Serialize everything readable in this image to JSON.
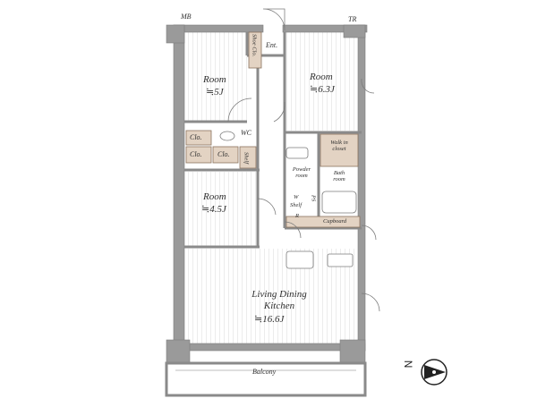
{
  "floor_plan": {
    "labels": {
      "mb": "MB",
      "tr": "TR",
      "entrance": "Ent.",
      "shoe_closet": "Shoe Clo.",
      "room_a_name": "Room",
      "room_a_size": "≒5J",
      "room_b_name": "Room",
      "room_b_size": "≒6.3J",
      "room_c_name": "Room",
      "room_c_size": "≒4.5J",
      "wc": "WC",
      "closet_1": "Clo.",
      "closet_2": "Clo.",
      "closet_3": "Clo.",
      "shelf": "Shelf",
      "walk_in_closet": "Walk in closet",
      "powder_room": "Powder room",
      "bath_room": "Bath room",
      "washer": "W",
      "washer_shelf": "Shelf",
      "ps": "PS",
      "refrigerator": "R",
      "cupboard": "Cupboard",
      "ldk_name": "Living Dining Kitchen",
      "ldk_size": "≒16.6J",
      "balcony": "Balcony",
      "compass_north": "N"
    },
    "colors": {
      "wall": "#9a9a9a",
      "wall_stroke": "#7d7d7d",
      "floor": "#ffffff",
      "floor_stripe": "#ececec",
      "storage": "#e3d3c3",
      "storage_stroke": "#8b735e",
      "text": "#2f2f2f"
    }
  }
}
